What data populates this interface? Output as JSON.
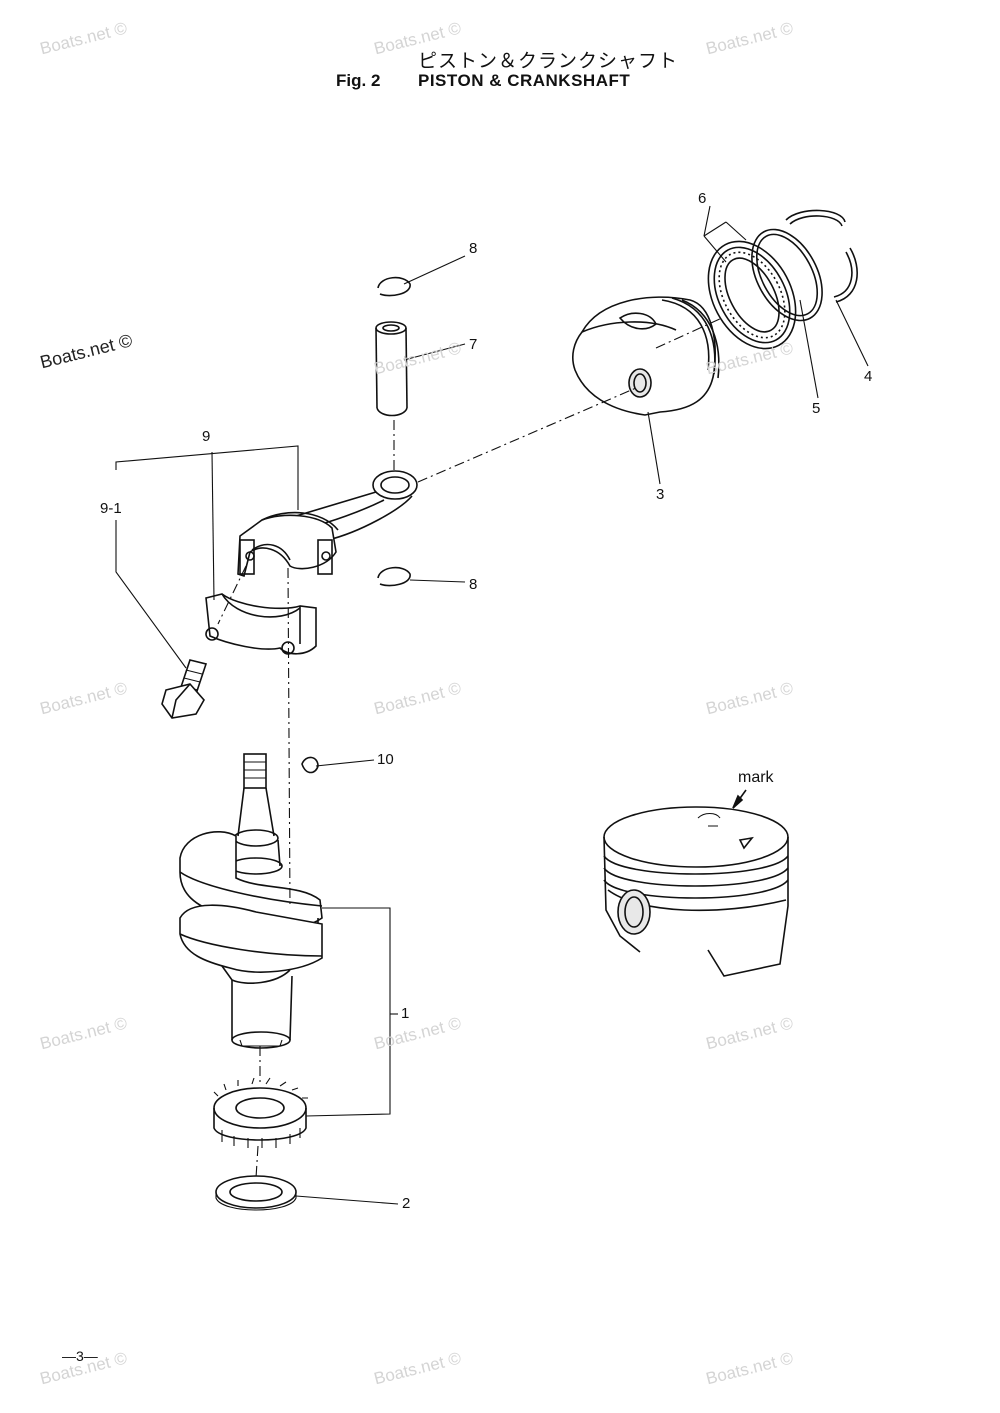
{
  "header": {
    "title_jp": "ピストン＆クランクシャフト",
    "fig_no": "Fig. 2",
    "title_en": "PISTON & CRANKSHAFT"
  },
  "callouts": {
    "c1": "1",
    "c2": "2",
    "c3": "3",
    "c4": "4",
    "c5": "5",
    "c6": "6",
    "c7": "7",
    "c8a": "8",
    "c8b": "8",
    "c9": "9",
    "c9_1": "9-1",
    "c10": "10"
  },
  "mark_label": "mark",
  "page_number": "—3—",
  "watermark": "Boats.net ©"
}
